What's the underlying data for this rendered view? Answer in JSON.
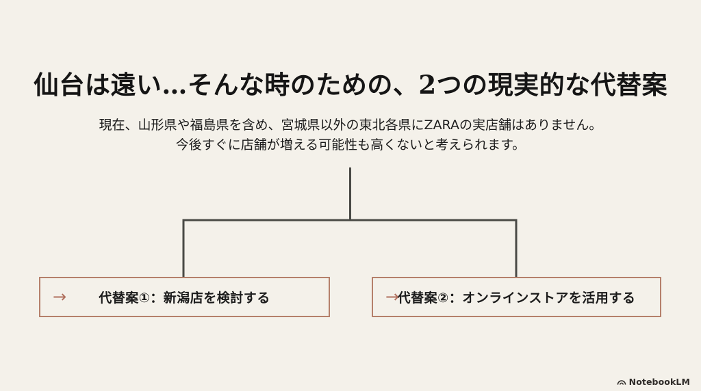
{
  "colors": {
    "background": "#f4f1ea",
    "text": "#1b1b1b",
    "connector": "#4a4a46",
    "box-border": "#b5806b",
    "arrow": "#b06f5c",
    "watermark": "#2e2b28"
  },
  "header": {
    "title": "仙台は遠い…そんな時のための、2つの現実的な代替案",
    "subtitle_line1": "現在、山形県や福島県を含め、宮城県以外の東北各県にZARAの実店舗はありません。",
    "subtitle_line2": "今後すぐに店舗が増える可能性も高くないと考えられます。"
  },
  "diagram": {
    "branches": [
      {
        "arrow": "→",
        "label": "代替案①：新潟店を検討する"
      },
      {
        "arrow": "→",
        "label": "代替案②：オンラインストアを活用する"
      }
    ]
  },
  "footer": {
    "brand": "NotebookLM"
  }
}
